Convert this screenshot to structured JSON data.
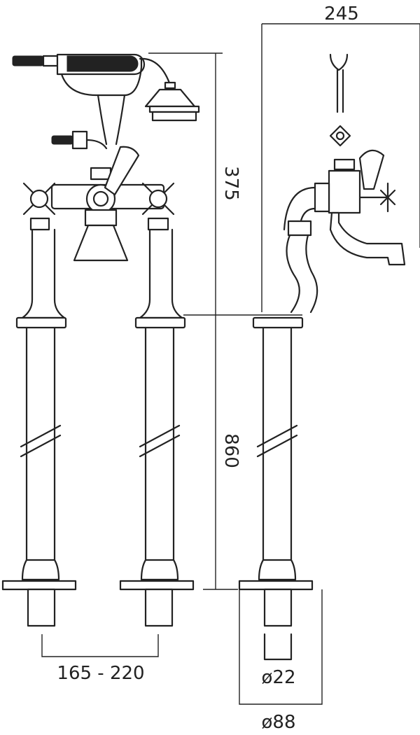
{
  "dimensions": {
    "top_width": "245",
    "upper_height": "375",
    "lower_height": "860",
    "centres": "165 - 220",
    "pipe_diameter": "ø22",
    "base_diameter": "ø88"
  },
  "colors": {
    "line": "#222222",
    "background": "#ffffff"
  }
}
